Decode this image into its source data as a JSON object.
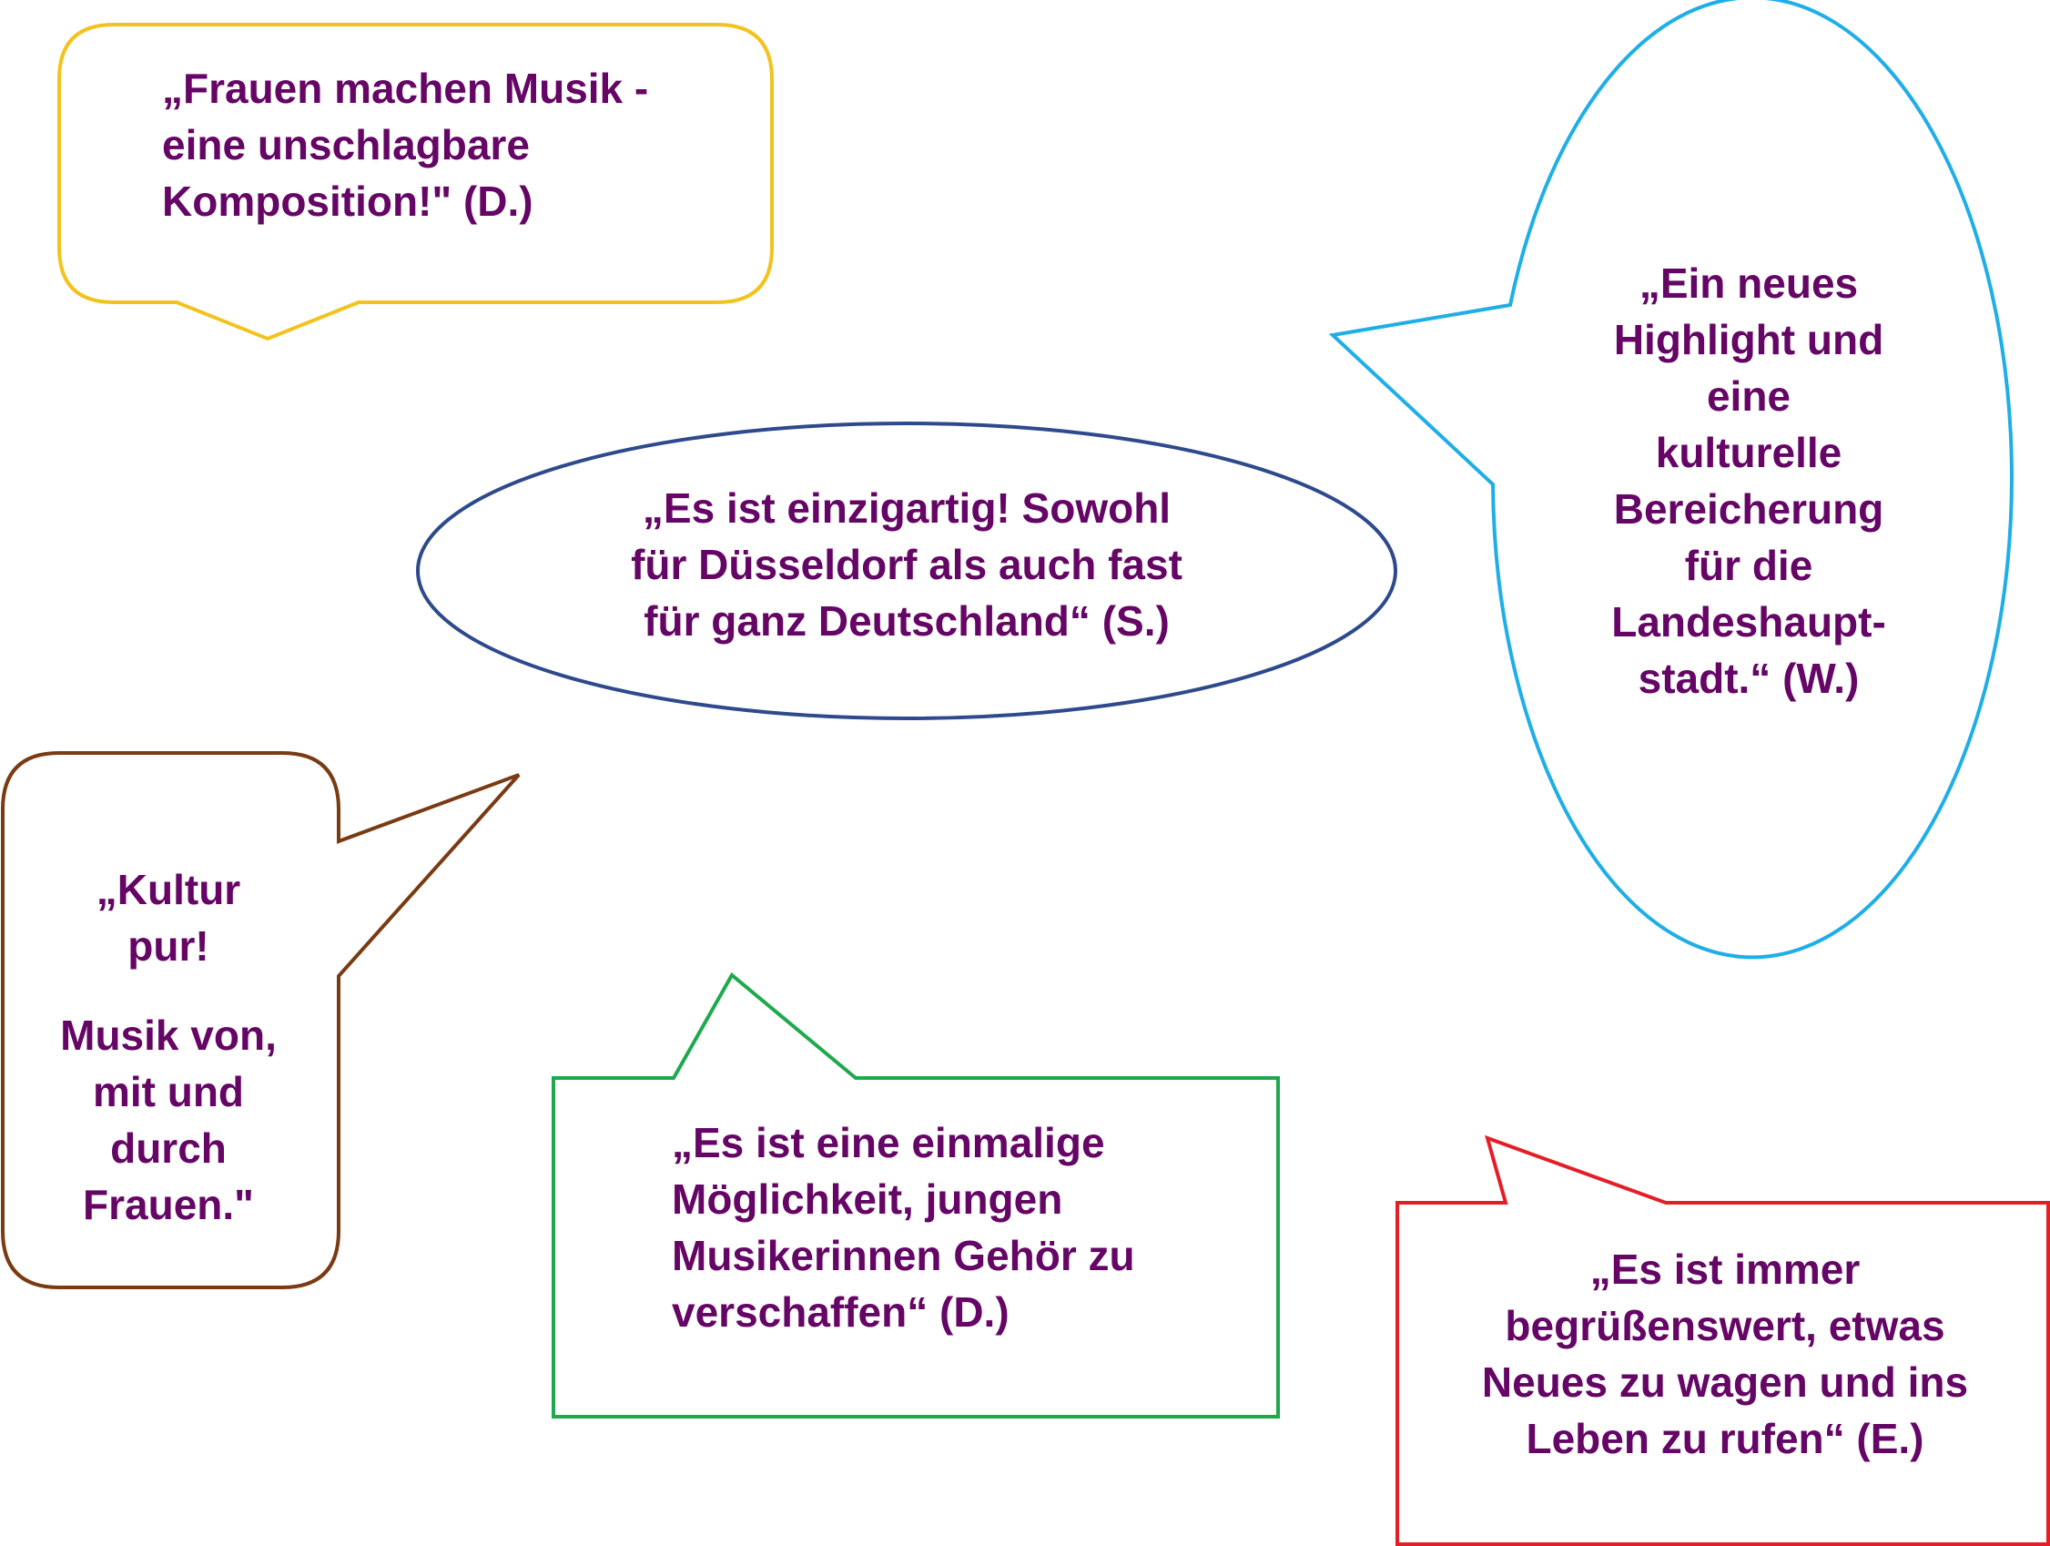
{
  "colors": {
    "text": "#650565",
    "yellow": "#F2C31E",
    "navy": "#2E4A8C",
    "sky": "#1FAEE6",
    "brown": "#7A3A12",
    "green": "#1EA94C",
    "red": "#E41E26"
  },
  "bubbles": {
    "frauen": {
      "lines": [
        "„Frauen machen Musik -",
        "eine unschlagbare",
        "Komposition!\" (D.)"
      ]
    },
    "einzigartig": {
      "lines": [
        "„Es ist einzigartig! Sowohl",
        "für Düsseldorf als auch fast",
        "für ganz Deutschland“ (S.)"
      ]
    },
    "highlight": {
      "lines": [
        "„Ein neues",
        "Highlight und",
        "eine",
        "kulturelle",
        "Bereicherung",
        "für die",
        "Landeshaupt-",
        "stadt.“   (W.)"
      ]
    },
    "kultur": {
      "lines_a": [
        "„Kultur",
        "pur!"
      ],
      "lines_b": [
        "Musik von,",
        "mit und",
        "durch",
        "Frauen.\""
      ]
    },
    "einmalig": {
      "lines": [
        "„Es ist eine einmalige",
        "Möglichkeit, jungen",
        "Musikerinnen Gehör zu",
        "verschaffen“ (D.)"
      ]
    },
    "wagen": {
      "lines": [
        "„Es ist immer",
        "begrüßenswert, etwas",
        "Neues zu wagen und ins",
        "Leben zu rufen“ (E.)"
      ]
    }
  }
}
